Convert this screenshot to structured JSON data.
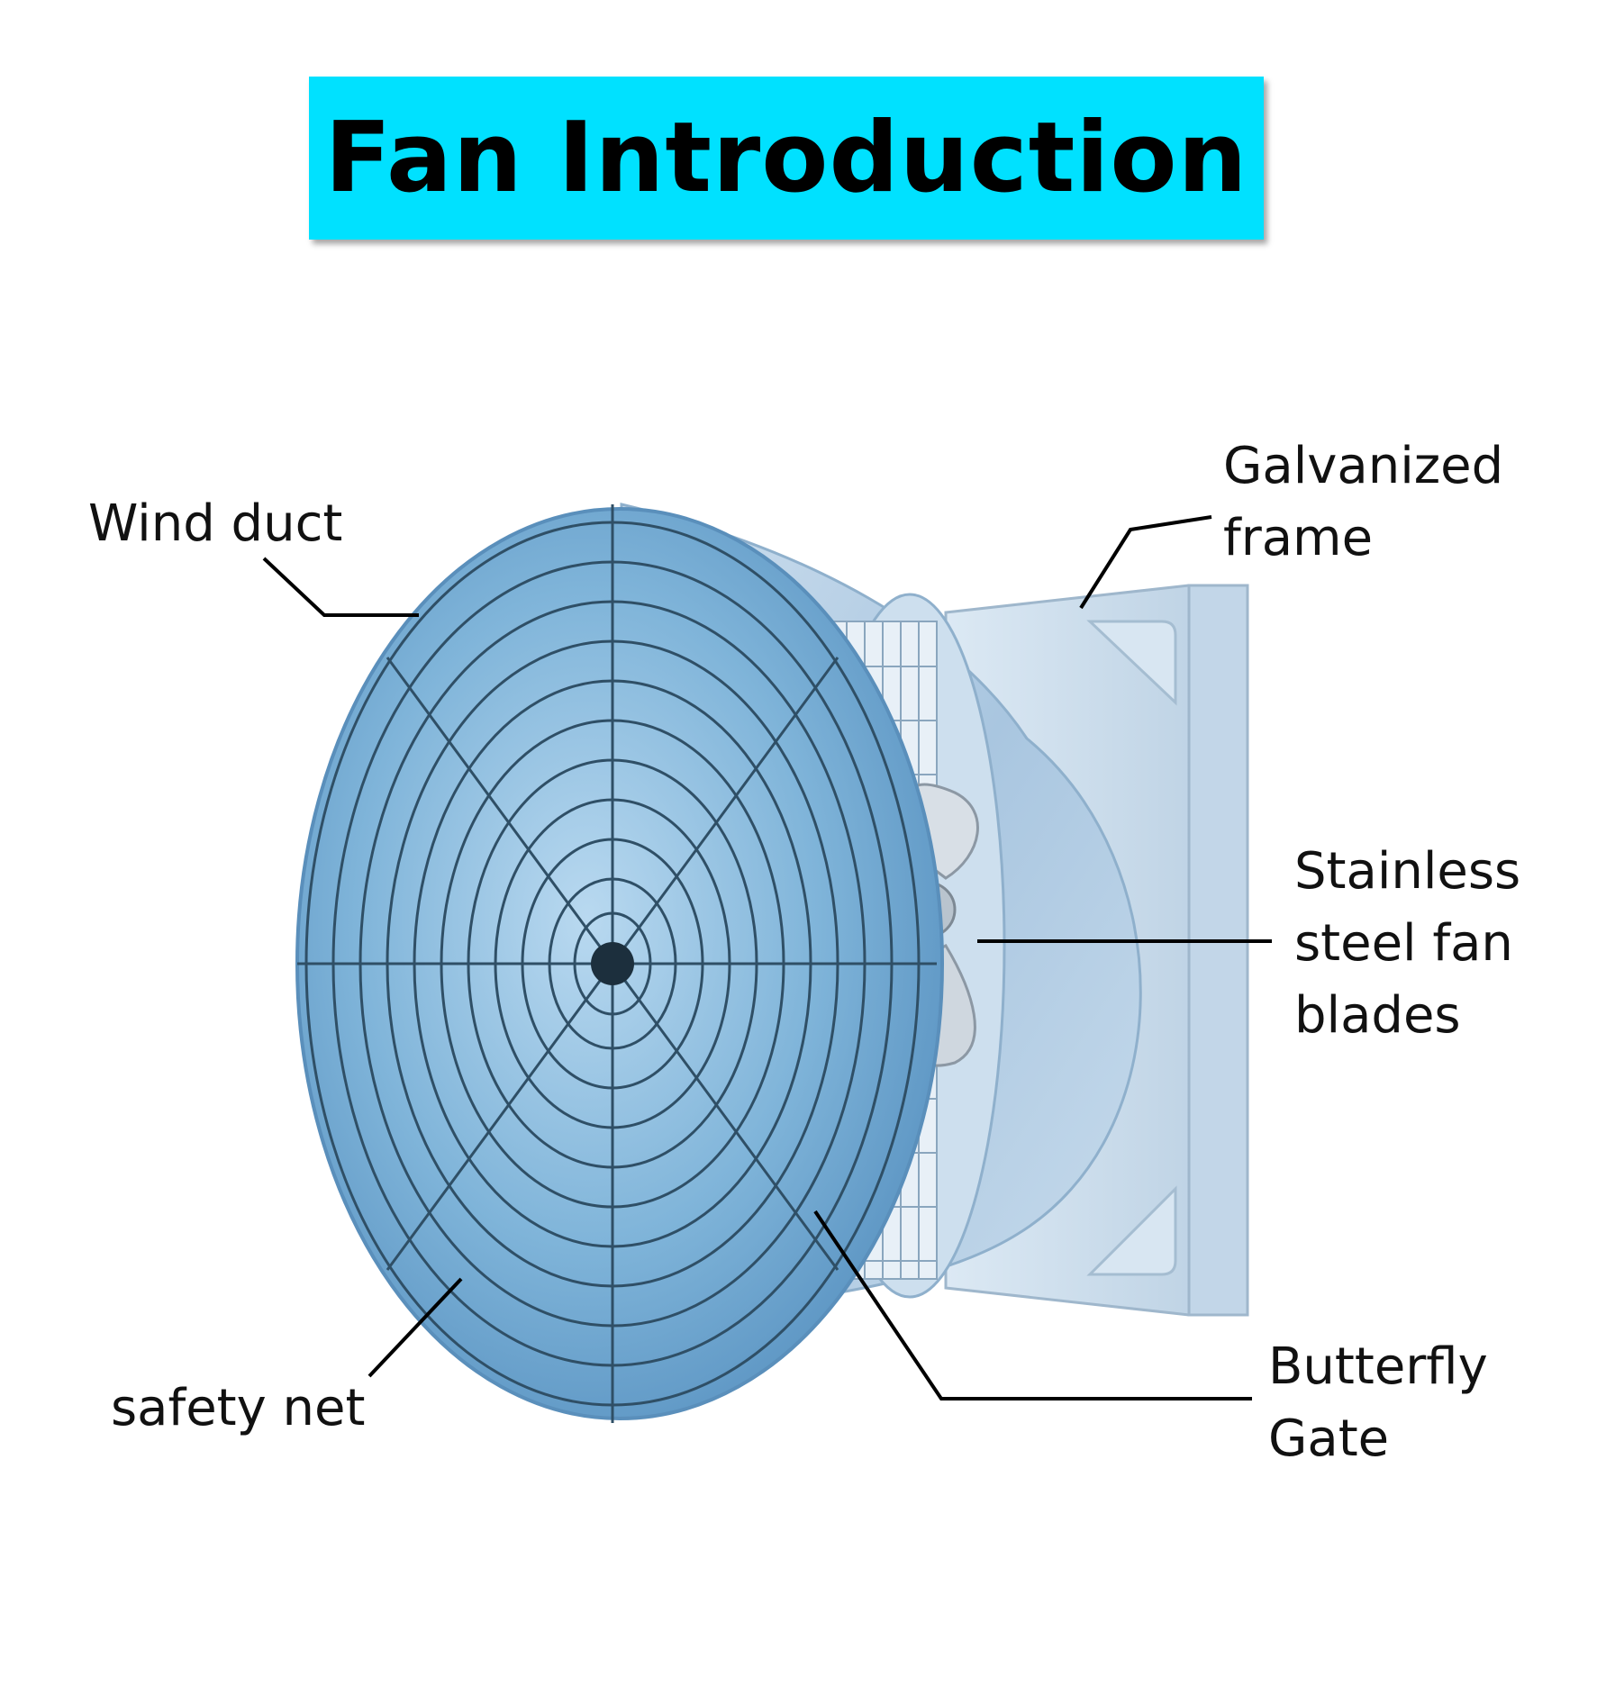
{
  "title": "Fan Introduction",
  "colors": {
    "banner": "#00e1ff",
    "metal": "#9cc7e6",
    "frame": "#c9dcec",
    "text": "#111111"
  },
  "labels": {
    "wind_duct": "Wind duct",
    "galvanized_frame": [
      "Galvanized",
      "frame"
    ],
    "fan_blades": [
      "Stainless",
      "steel fan",
      "blades"
    ],
    "butterfly_gate": [
      "Butterfly",
      "Gate"
    ],
    "safety_net": "safety net"
  }
}
